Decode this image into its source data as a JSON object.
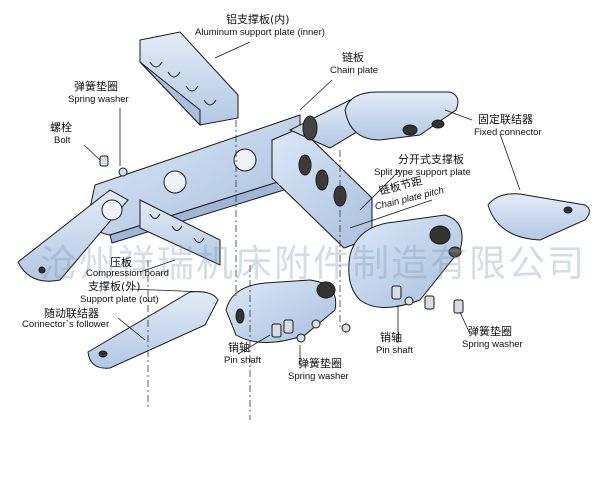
{
  "labels": {
    "aluminum_cn": "铝支撑板(内)",
    "aluminum_en": "Aluminum support plate (inner)",
    "chain_cn": "链板",
    "chain_en": "Chain plate",
    "spring_top_cn": "弹簧垫圈",
    "spring_top_en": "Spring washer",
    "bolt_cn": "螺栓",
    "bolt_en": "Bolt",
    "fixed_cn": "固定联结器",
    "fixed_en": "Fixed connector",
    "split_cn": "分开式支撑板",
    "split_en": "Split type support plate",
    "pitch_cn": "链板节距",
    "pitch_en": "Chain plate pitch",
    "compression_cn": "压板",
    "compression_en": "Compression board",
    "support_out_cn": "支撑板(外)",
    "support_out_en": "Support plate (out)",
    "follower_cn": "随动联结器",
    "follower_en": "Connector`s follower",
    "pin_left_cn": "销轴",
    "pin_left_en": "Pin shaft",
    "spring_mid_cn": "弹簧垫圈",
    "spring_mid_en": "Spring washer",
    "pin_right_cn": "销轴",
    "pin_right_en": "Pin shaft",
    "spring_right_cn": "弹簧垫圈",
    "spring_right_en": "Spring washer"
  },
  "watermark": "沧州祥瑞机床附件制造有限公司",
  "colors": {
    "part_fill": "#c9d9ee",
    "part_shade": "#9fb6d6",
    "outline": "#1a1a1a",
    "hole": "#2b2b2b",
    "watermark": "#8fa8bf"
  }
}
